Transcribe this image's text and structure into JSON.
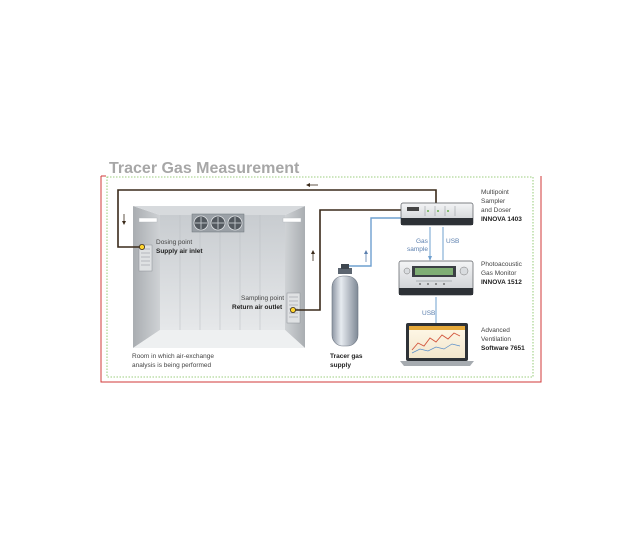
{
  "title": "Tracer Gas Measurement",
  "room": {
    "dosing_point": "Dosing point",
    "supply_inlet": "Supply air inlet",
    "sampling_point": "Sampling point",
    "return_outlet": "Return air outlet",
    "caption_line1": "Room in which air-exchange",
    "caption_line2": "analysis is being performed"
  },
  "cylinder": {
    "line1": "Tracer gas",
    "line2": "supply"
  },
  "sampler": {
    "line1": "Multipoint",
    "line2": "Sampler",
    "line3": "and Doser",
    "model": "INNOVA 1403"
  },
  "monitor": {
    "line1": "Photoacoustic",
    "line2": "Gas Monitor",
    "model": "INNOVA 1512"
  },
  "software": {
    "line1": "Advanced",
    "line2": "Ventilation",
    "model": "Software 7651"
  },
  "connections": {
    "gas_line1": "Gas",
    "gas_line2": "sample",
    "usb_top": "USB",
    "usb_bottom": "USB"
  },
  "colors": {
    "frame_red": "#d23a3a",
    "dotted_green": "#7cbf55",
    "tube_dark": "#3a2a1a",
    "tube_blue": "#6fa0cf",
    "title_gray": "#a7a7a7"
  }
}
